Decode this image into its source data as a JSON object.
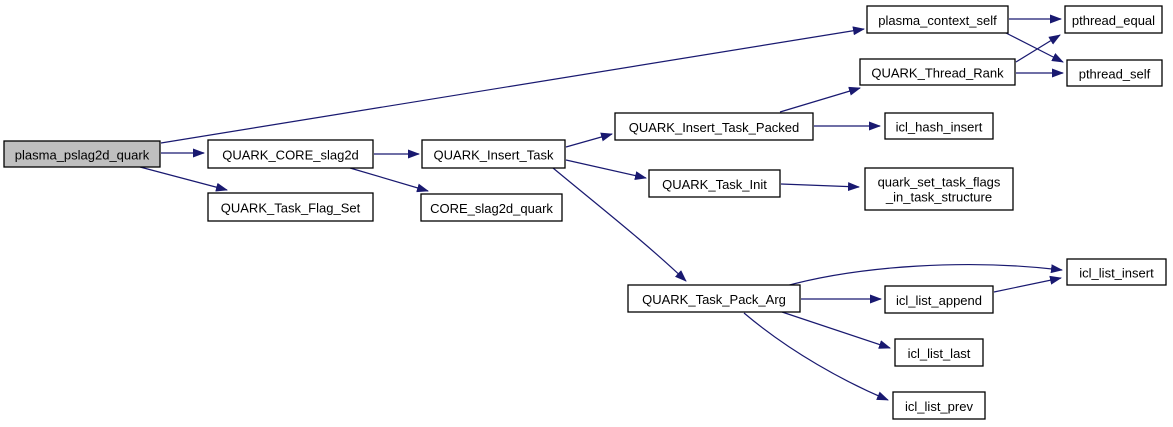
{
  "diagram": {
    "type": "doxygen-call-graph",
    "background": "#ffffff",
    "edge_color": "#191970",
    "node_border_color": "#000000",
    "node_fill_color": "#ffffff",
    "root_node_fill_color": "#bfbfbf",
    "text_color": "#000000"
  },
  "nodes": {
    "plasma_pslag2d_quark": {
      "label": "plasma_pslag2d_quark",
      "role": "root"
    },
    "QUARK_CORE_slag2d": {
      "label": "QUARK_CORE_slag2d"
    },
    "QUARK_Task_Flag_Set": {
      "label": "QUARK_Task_Flag_Set"
    },
    "QUARK_Insert_Task": {
      "label": "QUARK_Insert_Task"
    },
    "CORE_slag2d_quark": {
      "label": "CORE_slag2d_quark"
    },
    "QUARK_Insert_Task_Packed": {
      "label": "QUARK_Insert_Task_Packed"
    },
    "QUARK_Task_Init": {
      "label": "QUARK_Task_Init"
    },
    "QUARK_Task_Pack_Arg": {
      "label": "QUARK_Task_Pack_Arg"
    },
    "plasma_context_self": {
      "label": "plasma_context_self"
    },
    "QUARK_Thread_Rank": {
      "label": "QUARK_Thread_Rank"
    },
    "icl_hash_insert": {
      "label": "icl_hash_insert"
    },
    "quark_set_task_flags_in_task_structure": {
      "label": "quark_set_task_flags_in_task_structure",
      "line1": "quark_set_task_flags",
      "line2": "_in_task_structure"
    },
    "pthread_equal": {
      "label": "pthread_equal"
    },
    "pthread_self": {
      "label": "pthread_self"
    },
    "icl_list_insert": {
      "label": "icl_list_insert"
    },
    "icl_list_append": {
      "label": "icl_list_append"
    },
    "icl_list_last": {
      "label": "icl_list_last"
    },
    "icl_list_prev": {
      "label": "icl_list_prev"
    }
  },
  "edges": [
    {
      "from": "plasma_pslag2d_quark",
      "to": "QUARK_CORE_slag2d"
    },
    {
      "from": "plasma_pslag2d_quark",
      "to": "QUARK_Task_Flag_Set"
    },
    {
      "from": "plasma_pslag2d_quark",
      "to": "plasma_context_self"
    },
    {
      "from": "QUARK_CORE_slag2d",
      "to": "QUARK_Insert_Task"
    },
    {
      "from": "QUARK_CORE_slag2d",
      "to": "CORE_slag2d_quark"
    },
    {
      "from": "QUARK_Insert_Task",
      "to": "QUARK_Insert_Task_Packed"
    },
    {
      "from": "QUARK_Insert_Task",
      "to": "QUARK_Task_Init"
    },
    {
      "from": "QUARK_Insert_Task",
      "to": "QUARK_Task_Pack_Arg"
    },
    {
      "from": "QUARK_Insert_Task_Packed",
      "to": "QUARK_Thread_Rank"
    },
    {
      "from": "QUARK_Insert_Task_Packed",
      "to": "icl_hash_insert"
    },
    {
      "from": "plasma_context_self",
      "to": "pthread_equal"
    },
    {
      "from": "plasma_context_self",
      "to": "pthread_self"
    },
    {
      "from": "QUARK_Thread_Rank",
      "to": "pthread_equal"
    },
    {
      "from": "QUARK_Thread_Rank",
      "to": "pthread_self"
    },
    {
      "from": "QUARK_Task_Init",
      "to": "quark_set_task_flags_in_task_structure"
    },
    {
      "from": "QUARK_Task_Pack_Arg",
      "to": "icl_list_insert"
    },
    {
      "from": "QUARK_Task_Pack_Arg",
      "to": "icl_list_append"
    },
    {
      "from": "QUARK_Task_Pack_Arg",
      "to": "icl_list_last"
    },
    {
      "from": "QUARK_Task_Pack_Arg",
      "to": "icl_list_prev"
    },
    {
      "from": "icl_list_append",
      "to": "icl_list_insert"
    }
  ]
}
